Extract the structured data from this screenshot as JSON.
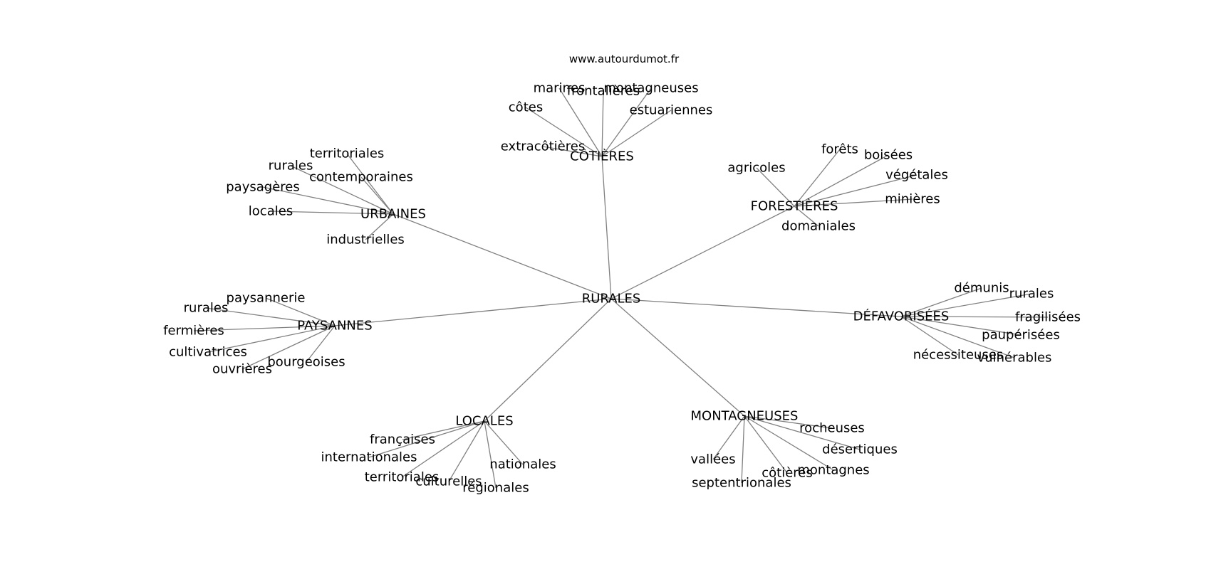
{
  "source": "www.autourdumot.fr",
  "center": "RURALES",
  "clusters": [
    {
      "id": "cotieres",
      "label": "CÔTIÈRES",
      "words": [
        "marines",
        "frontalières",
        "montagneuses",
        "côtes",
        "estuariennes",
        "extracôtières"
      ]
    },
    {
      "id": "urbaines",
      "label": "URBAINES",
      "words": [
        "territoriales",
        "rurales",
        "contemporaines",
        "paysagères",
        "locales",
        "industrielles"
      ]
    },
    {
      "id": "forestieres",
      "label": "FORESTIÈRES",
      "words": [
        "forêts",
        "boisées",
        "agricoles",
        "végétales",
        "minières",
        "domaniales"
      ]
    },
    {
      "id": "paysannes",
      "label": "PAYSANNES",
      "words": [
        "paysannerie",
        "rurales",
        "fermières",
        "cultivatrices",
        "bourgeoises",
        "ouvrières"
      ]
    },
    {
      "id": "defavorisees",
      "label": "DÉFAVORISÉES",
      "words": [
        "démunis",
        "rurales",
        "fragilisées",
        "paupérisées",
        "nécessiteuses",
        "vulnérables"
      ]
    },
    {
      "id": "locales",
      "label": "LOCALES",
      "words": [
        "françaises",
        "internationales",
        "nationales",
        "territoriales",
        "culturelles",
        "régionales"
      ]
    },
    {
      "id": "montagneuses",
      "label": "MONTAGNEUSES",
      "words": [
        "rocheuses",
        "désertiques",
        "vallées",
        "côtières",
        "montagnes",
        "septentrionales"
      ]
    }
  ]
}
